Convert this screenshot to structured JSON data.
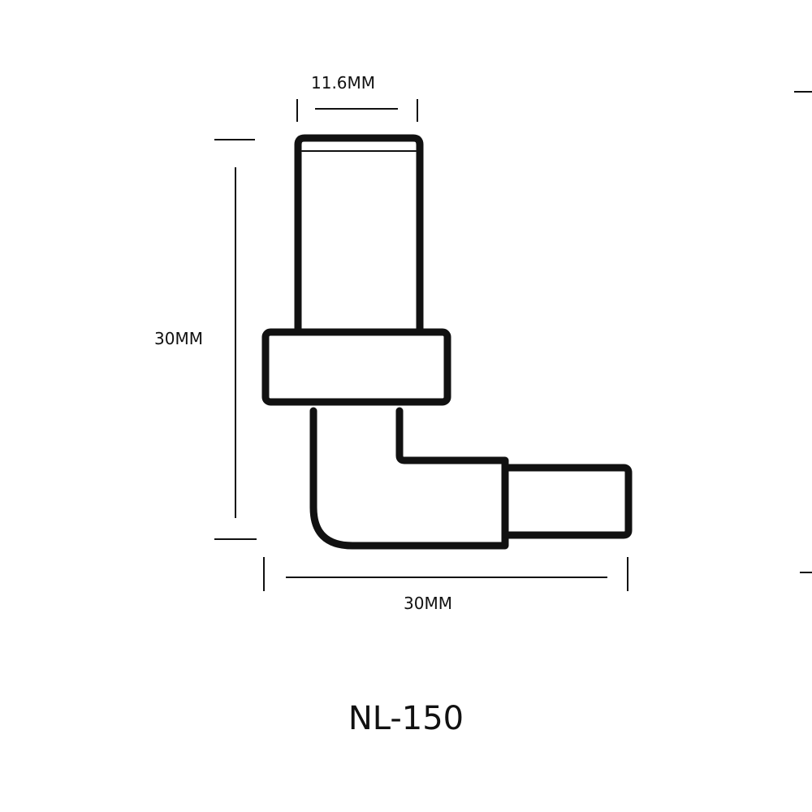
{
  "dimensions": {
    "top_width": "11.6MM",
    "height": "30MM",
    "width": "30MM"
  },
  "model": "NL-150"
}
